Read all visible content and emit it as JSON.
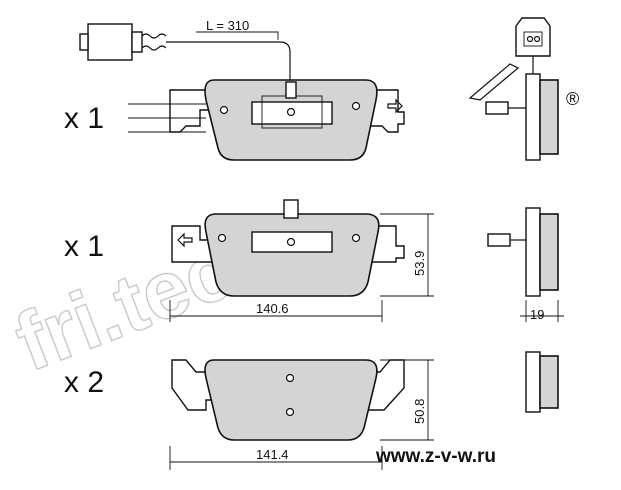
{
  "sets": [
    {
      "quantity": "x 1"
    },
    {
      "quantity": "x 1"
    },
    {
      "quantity": "x 2"
    }
  ],
  "dimensions": {
    "wire_length": "L = 310",
    "height_top": "53.9",
    "width_top": "140.6",
    "thickness": "19",
    "height_bottom": "50.8",
    "width_bottom": "141.4"
  },
  "watermark": {
    "brand": "fri.tech.",
    "registered": "®",
    "site": "www.z-v-w.ru"
  }
}
